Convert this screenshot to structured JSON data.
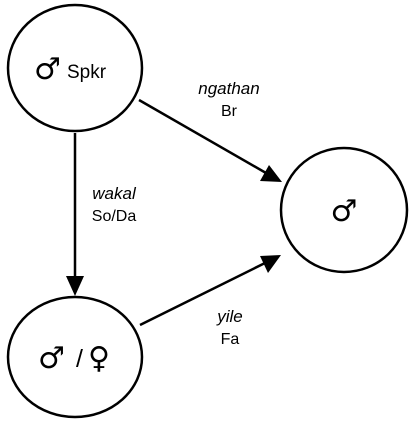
{
  "nodes": {
    "speaker": {
      "symbol": "♂",
      "label": "Spkr"
    },
    "sibling": {
      "symbol": "♂"
    },
    "child": {
      "symbol_male": "♂",
      "separator": "/",
      "symbol_female": "♀"
    }
  },
  "edges": {
    "speaker_to_sibling": {
      "term": "ngathan",
      "gloss": "Br"
    },
    "speaker_to_child": {
      "term": "wakal",
      "gloss": "So/Da"
    },
    "child_to_sibling": {
      "term": "yile",
      "gloss": "Fa"
    }
  }
}
